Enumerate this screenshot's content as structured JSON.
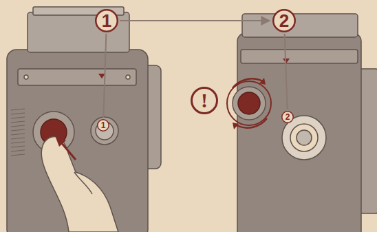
{
  "diagram": {
    "nodes": [
      {
        "text": [
          "1"
        ]
      },
      {
        "text": [
          "2"
        ]
      },
      {
        "text": [
          "1"
        ]
      },
      {
        "text": [
          "!"
        ]
      },
      {
        "text": [
          "2"
        ]
      }
    ],
    "edges": [
      {
        "from": 0,
        "to": 1,
        "arrow": "to"
      },
      {
        "from": 0,
        "to": 2,
        "arrow": "none"
      },
      {
        "from": 1,
        "to": 4,
        "arrow": "none"
      }
    ]
  }
}
